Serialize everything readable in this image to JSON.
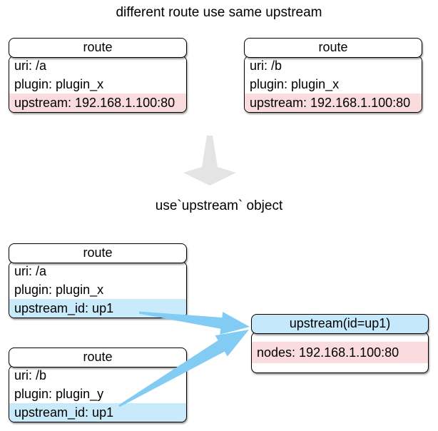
{
  "title": "different route use same upstream",
  "subtitle": "use`upstream` object",
  "colors": {
    "row_highlight_pink": "#fbdcde",
    "row_highlight_blue": "#c8eafb",
    "upstream_header_blue": "#c5e9fb",
    "link_arrow_blue": "#82cbf3",
    "transform_arrow_gray": "#e4e4e4",
    "box_border": "#000000",
    "background": "#ffffff"
  },
  "icons": {
    "transform_arrow": "thick-down-arrow",
    "link_arrow": "tapered-arrow-with-concave-head"
  },
  "before": {
    "routes": [
      {
        "header": "route",
        "rows": [
          {
            "text": "uri: /a",
            "highlight": "none"
          },
          {
            "text": "plugin: plugin_x",
            "highlight": "none"
          },
          {
            "text": "upstream: 192.168.1.100:80",
            "highlight": "pink"
          }
        ]
      },
      {
        "header": "route",
        "rows": [
          {
            "text": "uri: /b",
            "highlight": "none"
          },
          {
            "text": "plugin: plugin_x",
            "highlight": "none"
          },
          {
            "text": "upstream: 192.168.1.100:80",
            "highlight": "pink"
          }
        ]
      }
    ]
  },
  "after": {
    "routes": [
      {
        "header": "route",
        "rows": [
          {
            "text": "uri: /a",
            "highlight": "none"
          },
          {
            "text": "plugin: plugin_x",
            "highlight": "none"
          },
          {
            "text": "upstream_id: up1",
            "highlight": "blue"
          }
        ]
      },
      {
        "header": "route",
        "rows": [
          {
            "text": "uri: /b",
            "highlight": "none"
          },
          {
            "text": "plugin: plugin_y",
            "highlight": "none"
          },
          {
            "text": "upstream_id: up1",
            "highlight": "blue"
          }
        ]
      }
    ],
    "upstream": {
      "header": "upstream(id=up1)",
      "rows": [
        {
          "text": "nodes: 192.168.1.100:80",
          "highlight": "pink"
        }
      ]
    }
  }
}
